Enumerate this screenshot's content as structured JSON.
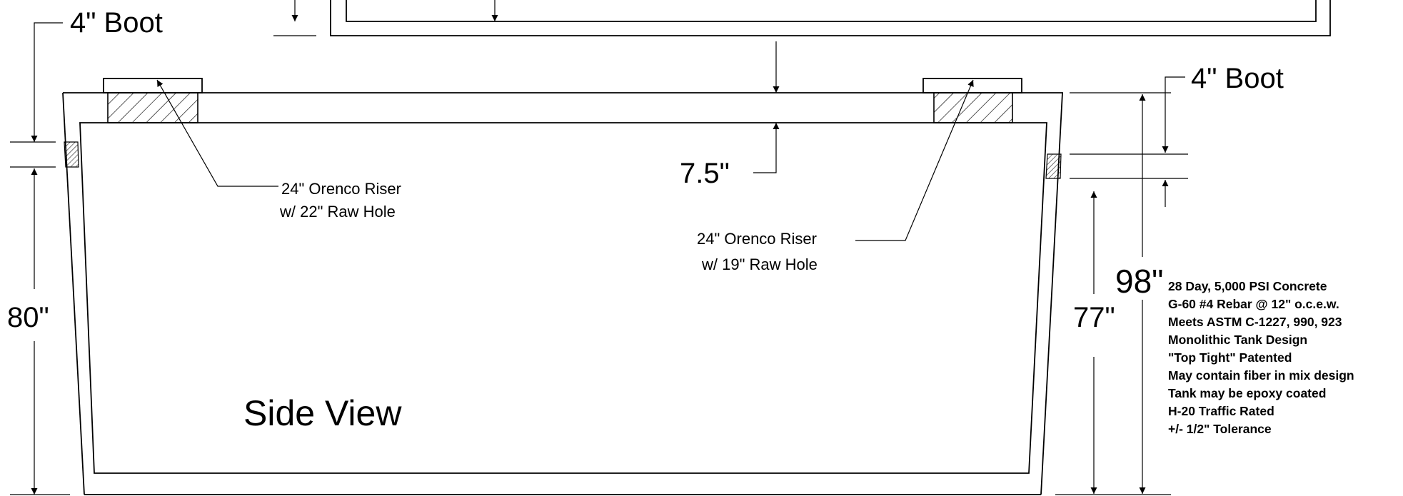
{
  "labels": {
    "boot_left": "4\" Boot",
    "boot_right": "4\" Boot",
    "riser_left_line1": "24\" Orenco Riser",
    "riser_left_line2": "w/ 22\" Raw Hole",
    "riser_right_line1": "24\" Orenco Riser",
    "riser_right_line2": "w/ 19\" Raw Hole",
    "lid_thickness": "7.5\"",
    "height_left": "80\"",
    "height_inner": "77\"",
    "height_total": "98\"",
    "view_title": "Side View"
  },
  "specs": [
    "28 Day, 5,000 PSI Concrete",
    "G-60 #4 Rebar @ 12\" o.c.e.w.",
    "Meets ASTM C-1227, 990, 923",
    "Monolithic Tank Design",
    "\"Top Tight\" Patented",
    "May contain fiber in mix design",
    "Tank may be epoxy coated",
    "H-20 Traffic Rated",
    "+/- 1/2\" Tolerance"
  ]
}
